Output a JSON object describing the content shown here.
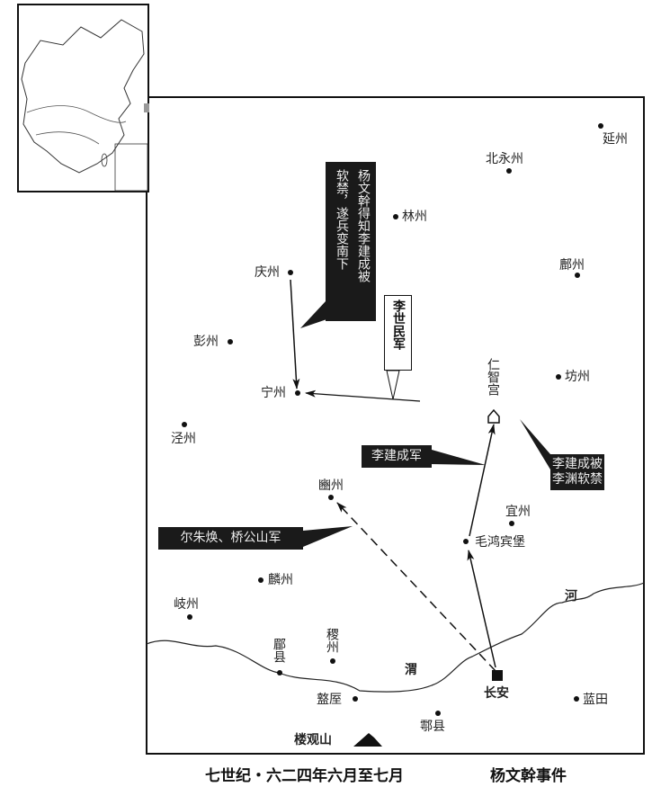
{
  "title": "七世纪・六二四年六月至七月",
  "subtitle": "杨文幹事件",
  "places": {
    "yanzhou": "延州",
    "beiyongzhou": "北永州",
    "linzhou": "林州",
    "fuzhou": "鄜州",
    "qingzhou": "庆州",
    "pengzhou": "彭州",
    "renzhigong": "仁智宫",
    "fangzhou": "坊州",
    "ningzhou": "宁州",
    "jingzhou": "泾州",
    "binzhou": "豳州",
    "yizhou": "宜州",
    "maohongbinbao": "毛鸿宾堡",
    "linzhou2": "麟州",
    "qizhou": "岐州",
    "meixian": "郿县",
    "jizhou": "稷州",
    "changan": "长安",
    "zhouzhi": "盩厔",
    "lantian": "蓝田",
    "huxian": "鄠县",
    "louguanshan": "楼观山"
  },
  "rivers": {
    "he": "河",
    "wei": "渭"
  },
  "callouts": {
    "yang_col1": "杨文幹得知李建成被",
    "yang_col2": "软禁，遂兵变南下",
    "lishimin": "李世民军",
    "lijiancheng_army": "李建成军",
    "lijiancheng_arrest": [
      "李建成被",
      "李渊软禁"
    ],
    "erzhu": "尔朱焕、桥公山军"
  },
  "colors": {
    "ink": "#1a1a1a",
    "paper": "#ffffff"
  }
}
